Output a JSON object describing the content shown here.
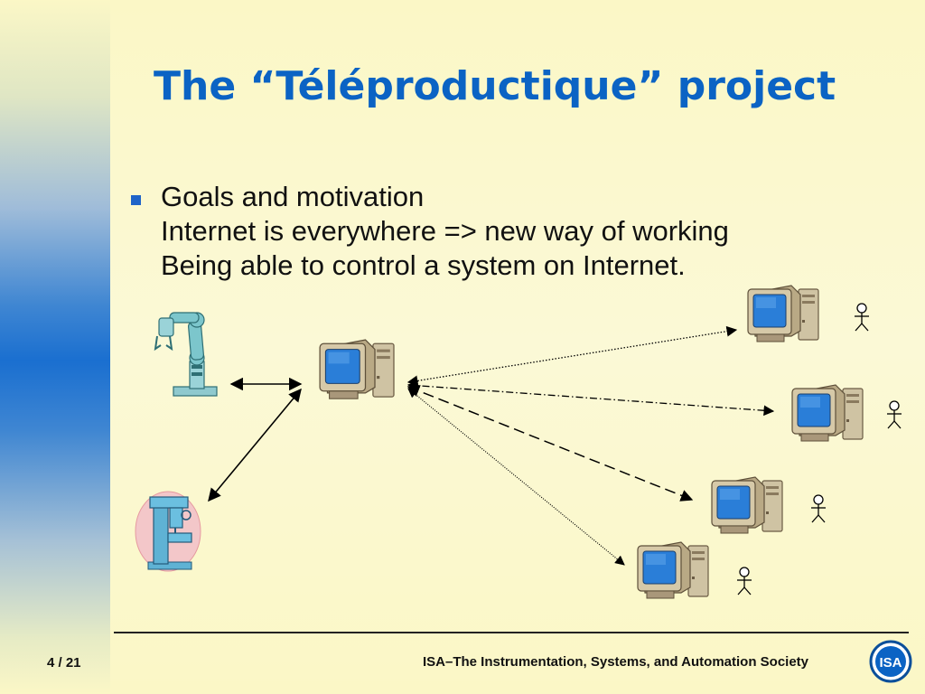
{
  "slide": {
    "title": "The “Téléproductique” project",
    "bullet": {
      "heading": "Goals and motivation",
      "line2": "Internet is everywhere => new way of working",
      "line3": "Being able to control a system on Internet."
    }
  },
  "footer": {
    "page": "4 / 21",
    "organization": "ISA–The Instrumentation, Systems, and Automation Society",
    "logo_text": "ISA"
  },
  "colors": {
    "title": "#0b63c4",
    "bullet": "#1f64c8",
    "monitor_screen": "#2a7ed8",
    "computer_body": "#cdbf9f",
    "robot": "#7cc6cc"
  },
  "icons": {
    "robot_arm": "robot-arm-icon",
    "machine_tool": "machine-tool-icon",
    "server_computer": "computer-icon",
    "client_computer": "computer-icon",
    "user": "stick-figure-icon",
    "logo": "isa-logo-icon"
  }
}
